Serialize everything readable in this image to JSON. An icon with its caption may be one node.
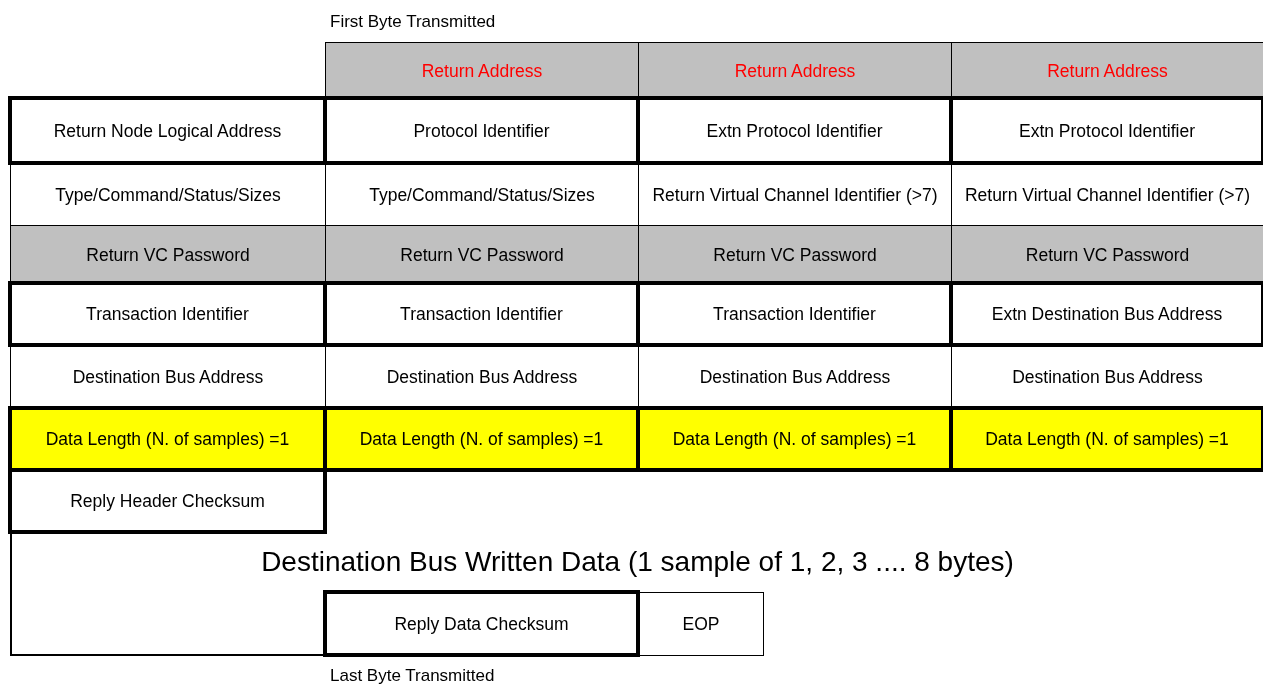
{
  "diagram": {
    "nodes": [
      {
        "text": [
          "Return Address"
        ]
      },
      {
        "text": [
          "Return Address"
        ]
      },
      {
        "text": [
          "Return Address"
        ]
      },
      {
        "text": [
          "Return Node Logical Address"
        ]
      },
      {
        "text": [
          "Protocol Identifier"
        ]
      },
      {
        "text": [
          "Extn Protocol Identifier"
        ]
      },
      {
        "text": [
          "Extn Protocol Identifier"
        ]
      },
      {
        "text": [
          "Type/Command/Status/Sizes"
        ]
      },
      {
        "text": [
          "Type/Command/Status/Sizes"
        ]
      },
      {
        "text": [
          "Return Virtual Channel Identifier (>7)"
        ]
      },
      {
        "text": [
          "Return Virtual Channel Identifier (>7)"
        ]
      },
      {
        "text": [
          "Return VC Password"
        ]
      },
      {
        "text": [
          "Return VC Password"
        ]
      },
      {
        "text": [
          "Return VC Password"
        ]
      },
      {
        "text": [
          "Return VC Password"
        ]
      },
      {
        "text": [
          "Transaction Identifier"
        ]
      },
      {
        "text": [
          "Transaction Identifier"
        ]
      },
      {
        "text": [
          "Transaction Identifier"
        ]
      },
      {
        "text": [
          "Extn Destination Bus Address"
        ]
      },
      {
        "text": [
          "Destination Bus Address"
        ]
      },
      {
        "text": [
          "Destination Bus Address"
        ]
      },
      {
        "text": [
          "Destination Bus Address"
        ]
      },
      {
        "text": [
          "Destination Bus Address"
        ]
      },
      {
        "text": [
          "Data Length (N. of samples) =1"
        ]
      },
      {
        "text": [
          "Data Length (N. of samples) =1"
        ]
      },
      {
        "text": [
          "Data Length (N. of samples) =1"
        ]
      },
      {
        "text": [
          "Data Length (N. of samples) =1"
        ]
      },
      {
        "text": [
          "Reply Header Checksum"
        ]
      },
      {
        "text": [
          "Destination Bus Written Data (1 sample of 1, 2, 3 .... 8 bytes)"
        ]
      },
      {
        "text": [
          "Reply Data Checksum"
        ]
      },
      {
        "text": [
          "EOP"
        ]
      }
    ],
    "labels": [
      "First Byte Transmitted",
      "Last Byte Transmitted"
    ]
  }
}
